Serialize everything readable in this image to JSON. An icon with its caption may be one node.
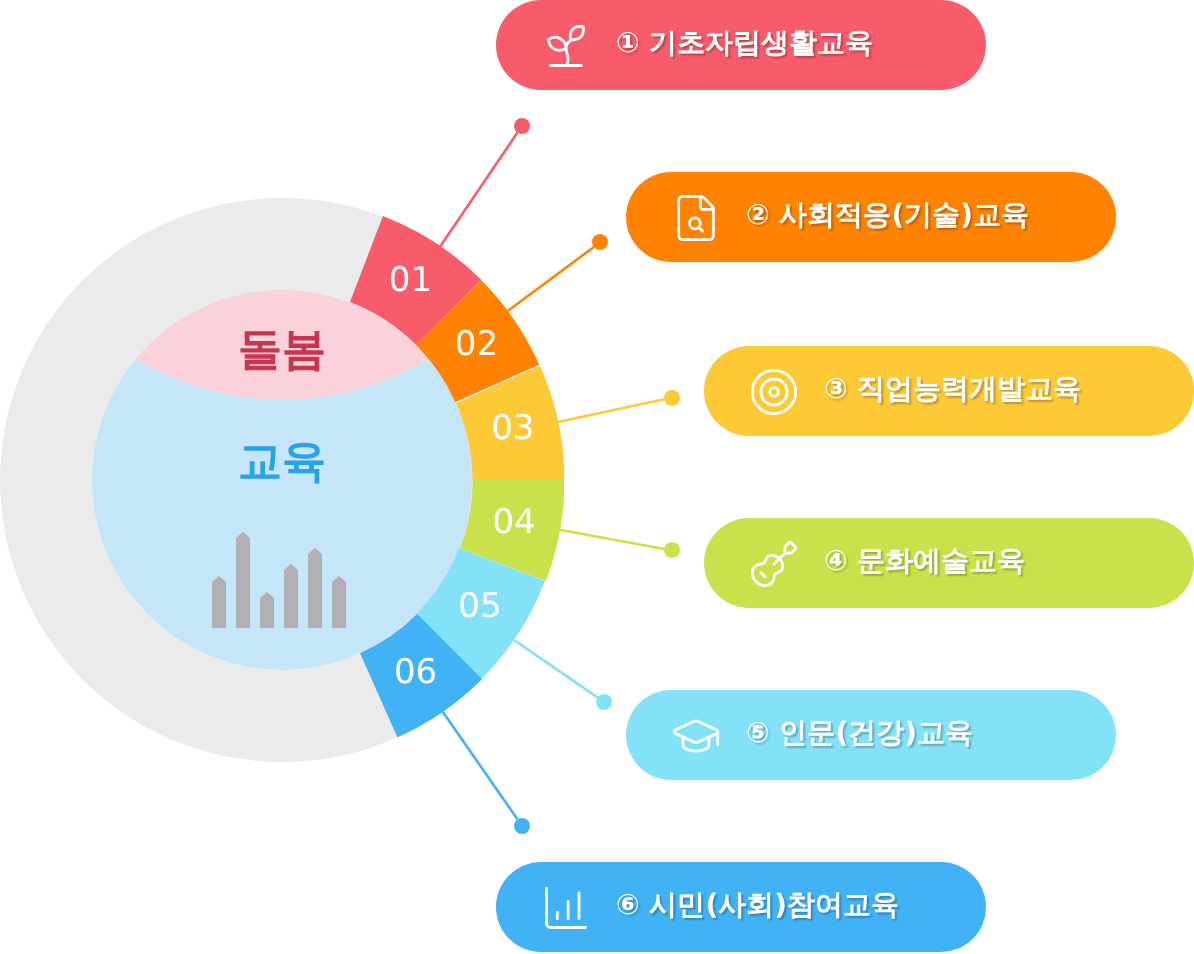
{
  "diagram": {
    "nodes": [
      {
        "text": [
          "돌봄"
        ],
        "in": 1
      },
      {
        "text": [
          "교육"
        ]
      },
      {
        "text": [
          "01"
        ]
      },
      {
        "text": [
          "02"
        ]
      },
      {
        "text": [
          "03"
        ]
      },
      {
        "text": [
          "04"
        ]
      },
      {
        "text": [
          "05"
        ]
      },
      {
        "text": [
          "06"
        ]
      },
      {
        "text": [],
        "shape": "circle"
      },
      {
        "text": [],
        "shape": "circle"
      },
      {
        "text": [],
        "shape": "circle"
      },
      {
        "text": [],
        "shape": "circle"
      },
      {
        "text": [],
        "shape": "circle"
      },
      {
        "text": [],
        "shape": "circle"
      },
      {
        "text": [
          "① 기초자립생활교육"
        ]
      },
      {
        "text": [
          "② 사회적응(기술)교육"
        ]
      },
      {
        "text": [
          "③ 직업능력개발교육"
        ]
      },
      {
        "text": [
          "④ 문화예술교육"
        ]
      },
      {
        "text": [
          "⑤ 인문(건강)교육"
        ]
      },
      {
        "text": [
          "⑥ 시민(사회)참여교육"
        ]
      }
    ],
    "edges": [
      {
        "from": 2,
        "to": 8,
        "arrow": "none",
        "color": "#f85c6a"
      },
      {
        "from": 3,
        "to": 9,
        "arrow": "none",
        "color": "#ff8300"
      },
      {
        "from": 4,
        "to": 10,
        "arrow": "none",
        "color": "#fdc936"
      },
      {
        "from": 5,
        "to": 11,
        "arrow": "none",
        "color": "#cbe14b"
      },
      {
        "from": 6,
        "to": 12,
        "arrow": "none",
        "color": "#84e2f8"
      },
      {
        "from": 7,
        "to": 13,
        "arrow": "none",
        "color": "#42b2f6"
      }
    ]
  }
}
